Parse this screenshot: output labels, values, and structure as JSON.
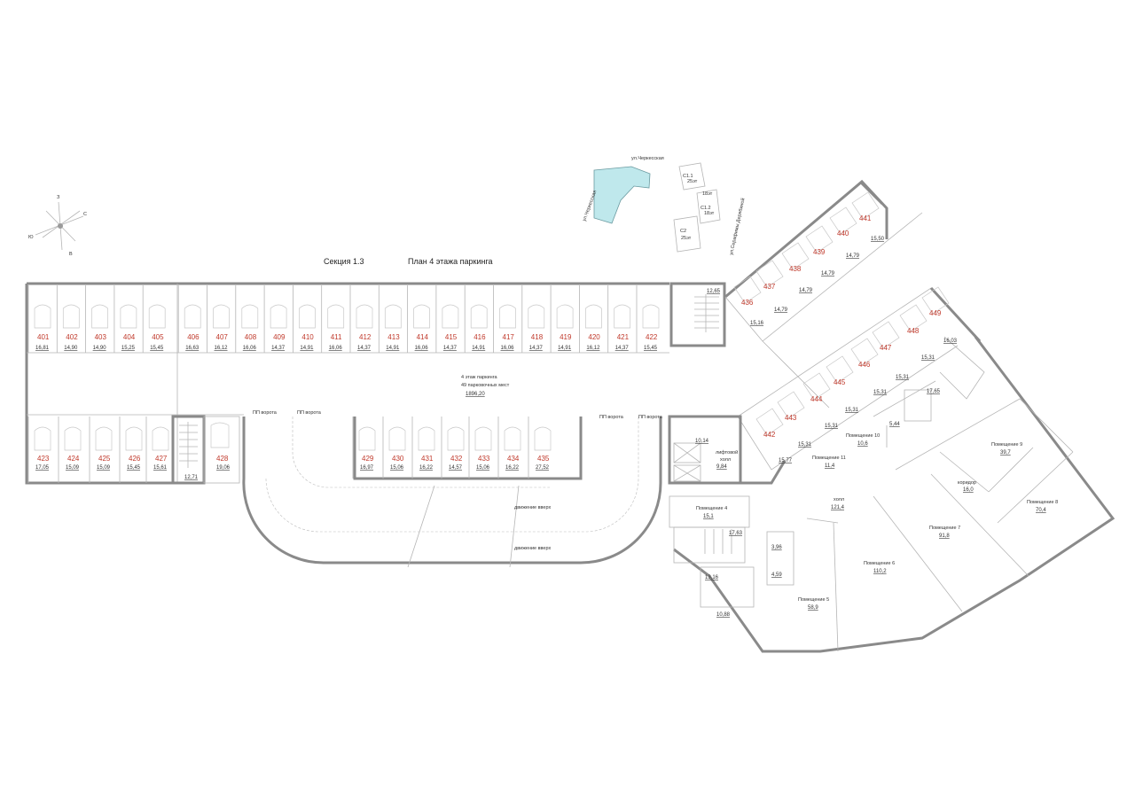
{
  "header": {
    "section": "Секция 1.3",
    "plan_title": "План 4 этажа паркинга"
  },
  "compass": {
    "n": "З",
    "e": "С",
    "s": "В",
    "w": "Ю"
  },
  "siteplan": {
    "street1": "ул.Черкесская",
    "street2": "ул.Черкесская",
    "street3": "ул.Серафимы Дерябиной",
    "c11": "С1.1",
    "c11_floors": "25эт",
    "c12": "С1.2",
    "c12_floors": "18эт",
    "c2": "С2",
    "c2_floors": "25эт",
    "mid_floors": "18эт"
  },
  "center": {
    "line1": "4 этаж паркинга",
    "line2": "49 парковочных мест",
    "line3": "1896,20"
  },
  "lanes": {
    "up1": "движение вверх",
    "up2": "движение вверх",
    "gate1": "ПП ворота",
    "gate2": "ПП ворота",
    "gate3": "ПП ворота",
    "gate4": "ПП ворота"
  },
  "top_spots": [
    {
      "n": "401",
      "a": "16,81"
    },
    {
      "n": "402",
      "a": "14,90"
    },
    {
      "n": "403",
      "a": "14,90"
    },
    {
      "n": "404",
      "a": "15,25"
    },
    {
      "n": "405",
      "a": "15,45"
    },
    {
      "n": "406",
      "a": "16,63"
    },
    {
      "n": "407",
      "a": "16,12"
    },
    {
      "n": "408",
      "a": "16,06"
    },
    {
      "n": "409",
      "a": "14,37"
    },
    {
      "n": "410",
      "a": "14,91"
    },
    {
      "n": "411",
      "a": "16,06"
    },
    {
      "n": "412",
      "a": "14,37"
    },
    {
      "n": "413",
      "a": "14,91"
    },
    {
      "n": "414",
      "a": "16,06"
    },
    {
      "n": "415",
      "a": "14,37"
    },
    {
      "n": "416",
      "a": "14,91"
    },
    {
      "n": "417",
      "a": "16,06"
    },
    {
      "n": "418",
      "a": "14,37"
    },
    {
      "n": "419",
      "a": "14,91"
    },
    {
      "n": "420",
      "a": "16,12"
    },
    {
      "n": "421",
      "a": "14,37"
    },
    {
      "n": "422",
      "a": "15,45"
    }
  ],
  "bottom_left_spots": [
    {
      "n": "423",
      "a": "17,05"
    },
    {
      "n": "424",
      "a": "15,09"
    },
    {
      "n": "425",
      "a": "15,09"
    },
    {
      "n": "426",
      "a": "15,45"
    },
    {
      "n": "427",
      "a": "15,61"
    }
  ],
  "spot_428": {
    "n": "428",
    "a": "19,06"
  },
  "stair_area_left": "12,71",
  "bottom_mid_spots": [
    {
      "n": "429",
      "a": "16,97"
    },
    {
      "n": "430",
      "a": "15,06"
    },
    {
      "n": "431",
      "a": "16,22"
    },
    {
      "n": "432",
      "a": "14,57"
    },
    {
      "n": "433",
      "a": "15,06"
    },
    {
      "n": "434",
      "a": "16,22"
    },
    {
      "n": "435",
      "a": "27,52"
    }
  ],
  "stair_area_top": "12,65",
  "wing_upper": [
    {
      "n": "436",
      "a": "15,16"
    },
    {
      "n": "437",
      "a": "14,79"
    },
    {
      "n": "438",
      "a": "14,79"
    },
    {
      "n": "439",
      "a": "14,79"
    },
    {
      "n": "440",
      "a": "14,79"
    },
    {
      "n": "441",
      "a": "15,50"
    }
  ],
  "wing_lower": [
    {
      "n": "442",
      "a": "15,77"
    },
    {
      "n": "443",
      "a": "15,31"
    },
    {
      "n": "444",
      "a": "15,31"
    },
    {
      "n": "445",
      "a": "15,31"
    },
    {
      "n": "446",
      "a": "15,31"
    },
    {
      "n": "447",
      "a": "15,31"
    },
    {
      "n": "448",
      "a": "15,31"
    },
    {
      "n": "449",
      "a": "16,03"
    }
  ],
  "rooms": {
    "r_1765": "17,65",
    "r_544": "5,44",
    "r_1014": "10,14",
    "lift_hall_1": "лифтовой",
    "lift_hall_2": "холл",
    "lift_hall_area": "9,84",
    "pom10": "Помещение 10",
    "pom10_a": "10,6",
    "pom11": "Помещение 11",
    "pom11_a": "11,4",
    "pom9": "Помещение 9",
    "pom9_a": "39,7",
    "corridor": "коридор",
    "corridor_a": "16,0",
    "hall": "холл",
    "hall_a": "121,4",
    "pom8": "Помещение 8",
    "pom8_a": "70,4",
    "pom7": "Помещение 7",
    "pom7_a": "91,8",
    "pom4": "Помещение 4",
    "pom4_a": "15,1",
    "r_1763": "17,63",
    "r_396": "3,96",
    "r_1316": "13,16",
    "r_459": "4,59",
    "pom6": "Помещение 6",
    "pom6_a": "110,2",
    "pom5": "Помещение 5",
    "pom5_a": "58,9",
    "r_1088": "10,88"
  }
}
